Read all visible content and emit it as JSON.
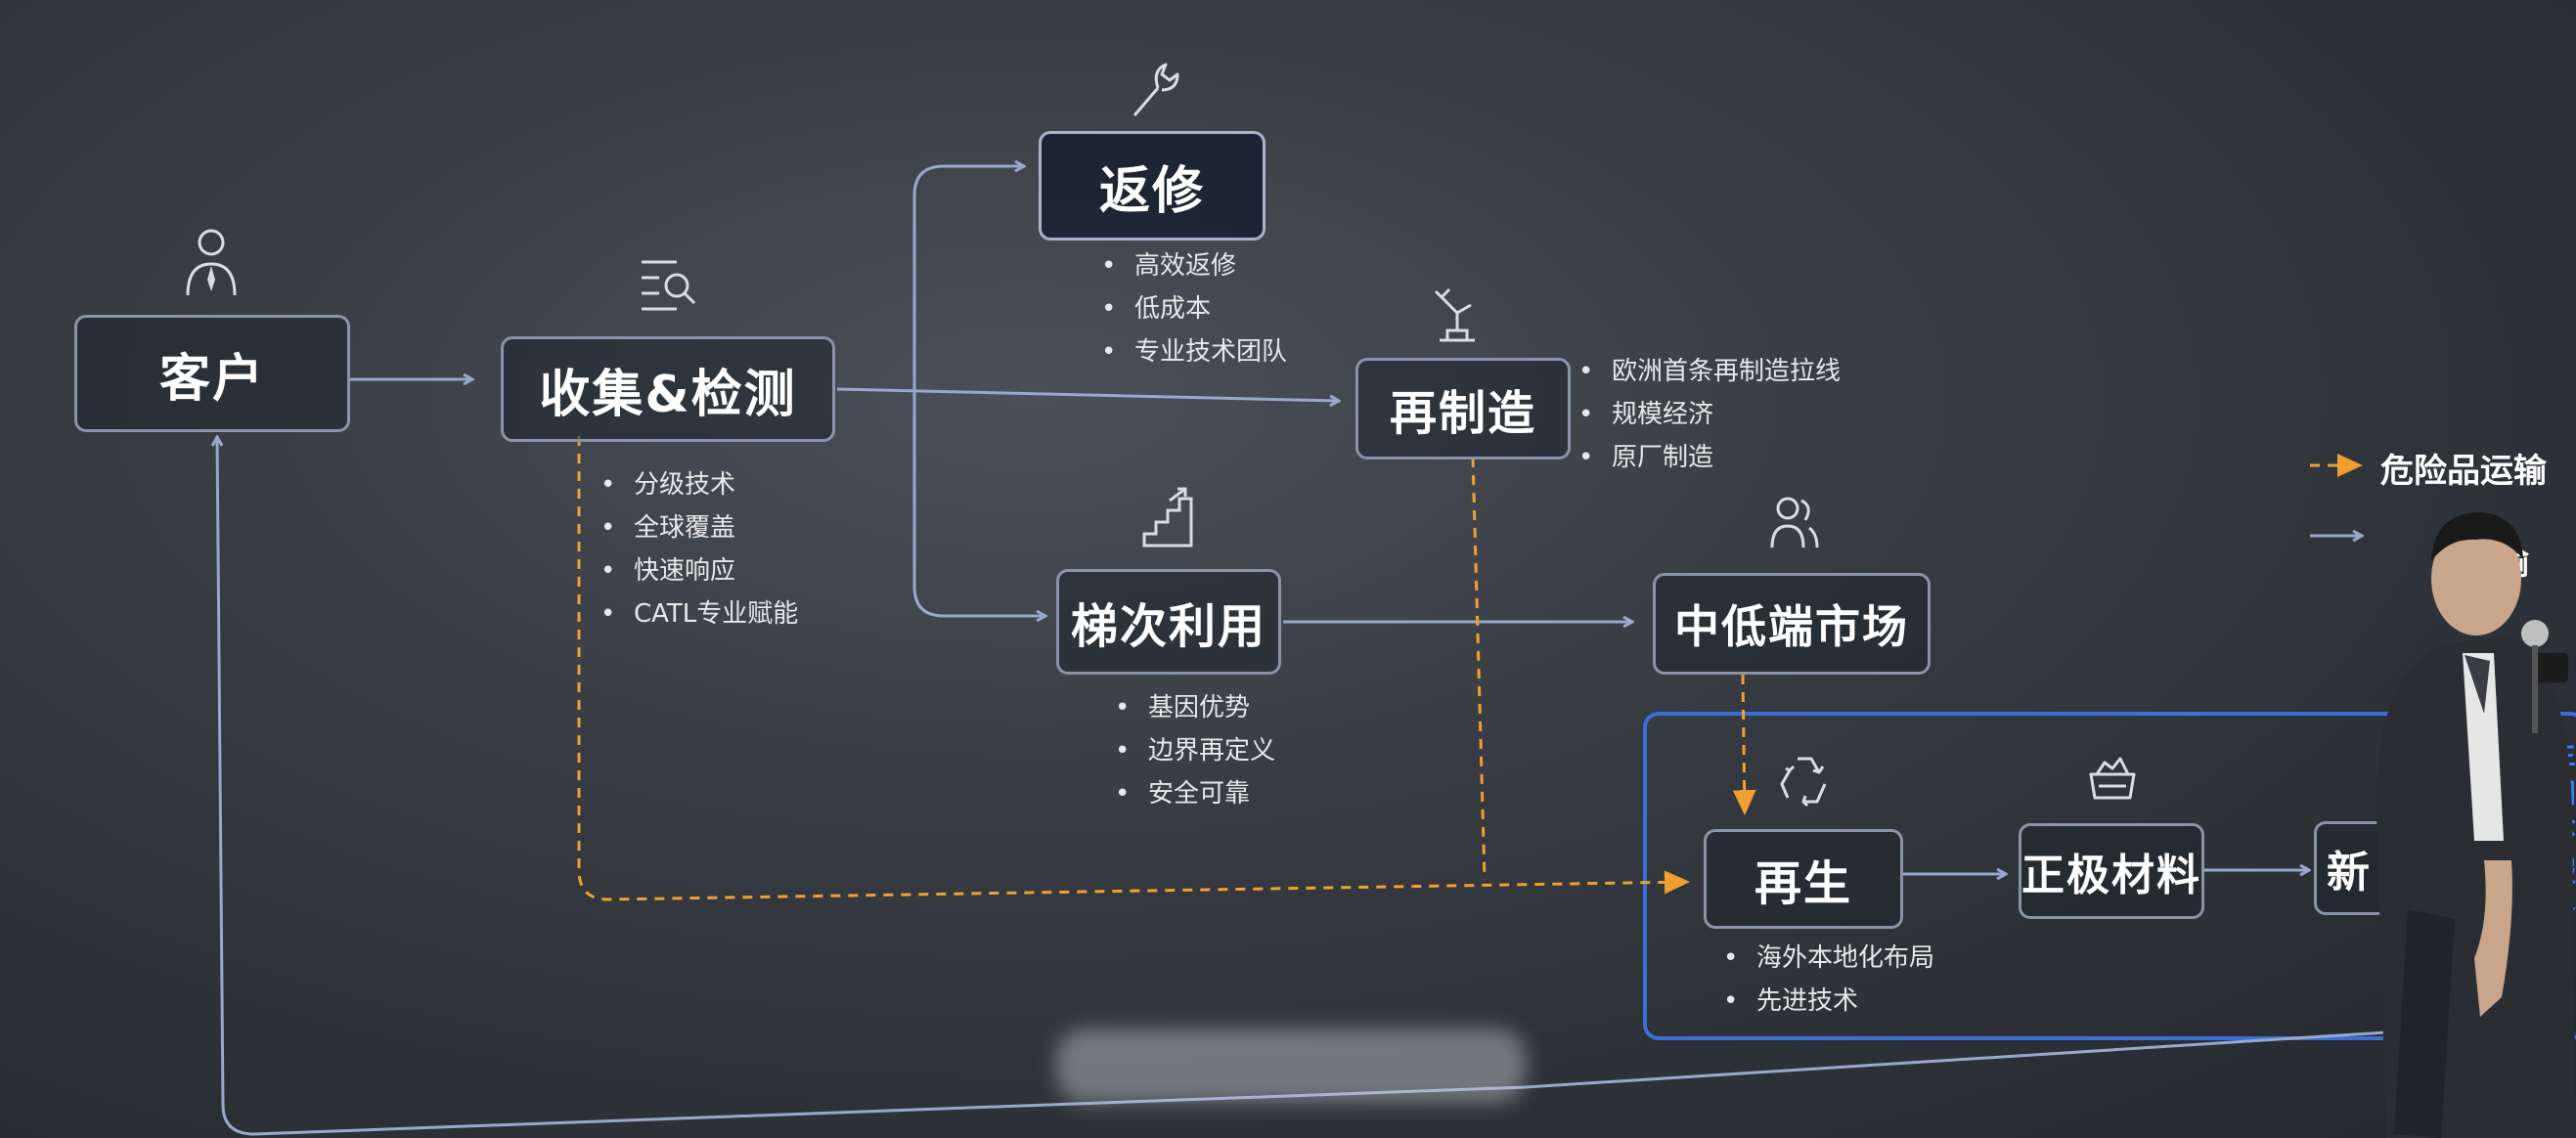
{
  "nodes": {
    "customer": "客户",
    "collect": "收集&检测",
    "repair": "返修",
    "reman": "再制造",
    "cascade": "梯次利用",
    "market": "中低端市场",
    "regen": "再生",
    "cathode": "正极材料",
    "new_partial": "新"
  },
  "bullets": {
    "collect": [
      "分级技术",
      "全球覆盖",
      "快速响应",
      "CATL专业赋能"
    ],
    "repair": [
      "高效返修",
      "低成本",
      "专业技术团队"
    ],
    "reman": [
      "欧洲首条再制造拉线",
      "规模经济",
      "原厂制造"
    ],
    "cascade": [
      "基因优势",
      "边界再定义",
      "安全可靠"
    ],
    "regen": [
      "海外本地化布局",
      "先进技术"
    ]
  },
  "legend": {
    "hazmat": "危险品运输",
    "normal_partial": "",
    "normal_partial_2": "输"
  },
  "side_text": [
    "生",
    "闭",
    "环",
    "服",
    "务"
  ],
  "colors": {
    "flow_line": "#98a8cc",
    "hazmat_line": "#f0a030",
    "frame": "#3a6fd8",
    "side_text": "#3e7be8"
  }
}
